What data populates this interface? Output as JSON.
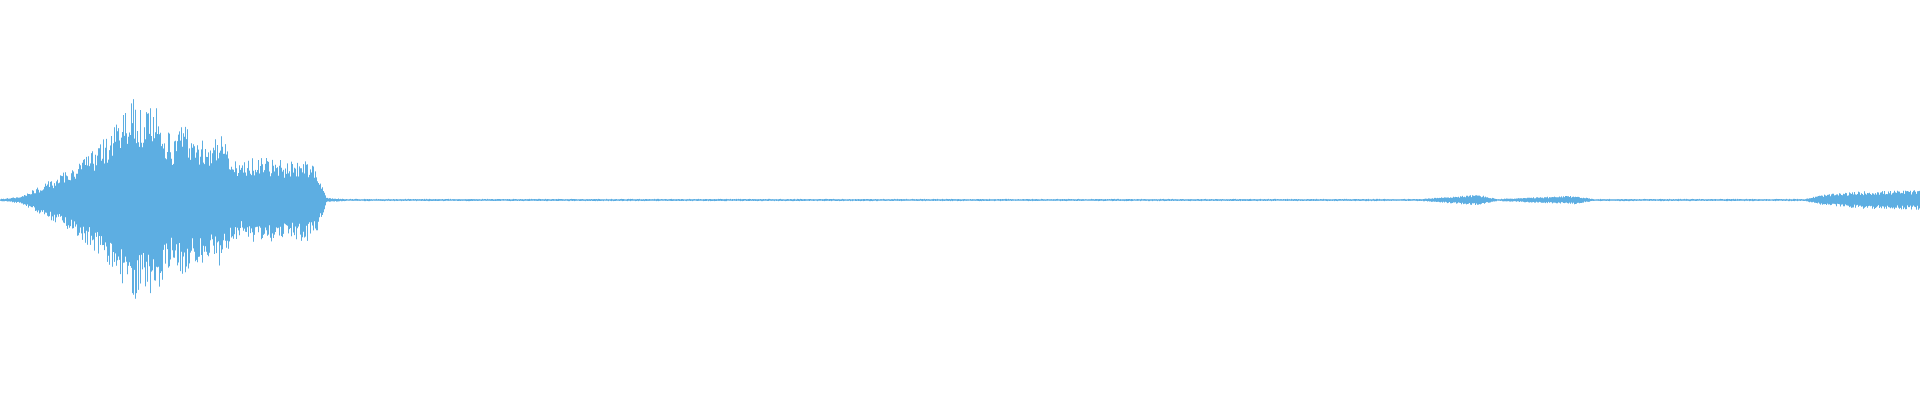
{
  "chart_data": {
    "type": "area",
    "title": "",
    "xlabel": "",
    "ylabel": "",
    "grid": false,
    "legend": "none",
    "ylim": [
      -1,
      1
    ],
    "xlim": [
      0,
      1
    ],
    "color": "#5daee2",
    "series": [
      {
        "values": [
          [
            0.0,
            0.01
          ],
          [
            0.01,
            0.03
          ],
          [
            0.02,
            0.12
          ],
          [
            0.03,
            0.22
          ],
          [
            0.04,
            0.34
          ],
          [
            0.05,
            0.48
          ],
          [
            0.06,
            0.68
          ],
          [
            0.065,
            0.85
          ],
          [
            0.07,
            0.93
          ],
          [
            0.075,
            0.8
          ],
          [
            0.08,
            0.88
          ],
          [
            0.085,
            0.72
          ],
          [
            0.09,
            0.55
          ],
          [
            0.095,
            0.72
          ],
          [
            0.1,
            0.6
          ],
          [
            0.11,
            0.55
          ],
          [
            0.115,
            0.62
          ],
          [
            0.12,
            0.4
          ],
          [
            0.125,
            0.33
          ],
          [
            0.13,
            0.4
          ],
          [
            0.14,
            0.38
          ],
          [
            0.15,
            0.36
          ],
          [
            0.16,
            0.38
          ],
          [
            0.165,
            0.3
          ],
          [
            0.17,
            0.02
          ],
          [
            0.18,
            0.01
          ],
          [
            0.3,
            0.01
          ],
          [
            0.35,
            0.01
          ],
          [
            0.44,
            0.01
          ],
          [
            0.5,
            0.01
          ],
          [
            0.56,
            0.01
          ],
          [
            0.63,
            0.01
          ],
          [
            0.7,
            0.01
          ],
          [
            0.74,
            0.01
          ],
          [
            0.77,
            0.05
          ],
          [
            0.78,
            0.01
          ],
          [
            0.82,
            0.04
          ],
          [
            0.83,
            0.01
          ],
          [
            0.94,
            0.01
          ],
          [
            0.95,
            0.05
          ],
          [
            0.97,
            0.08
          ],
          [
            1.0,
            0.09
          ]
        ]
      }
    ]
  }
}
